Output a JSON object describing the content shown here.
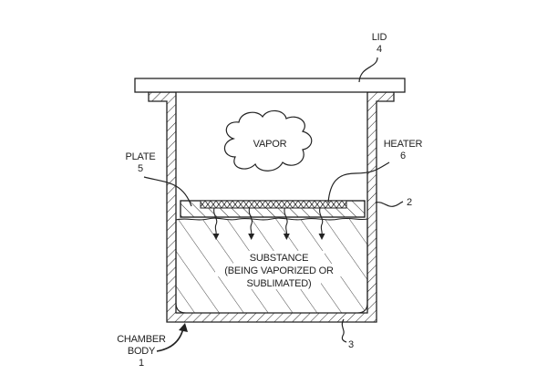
{
  "figure": {
    "type": "patent-cross-section",
    "labels": {
      "lid": {
        "name": "LID",
        "ref": "4"
      },
      "plate": {
        "name": "PLATE",
        "ref": "5"
      },
      "heater": {
        "name": "HEATER",
        "ref": "6"
      },
      "wall": {
        "ref": "2"
      },
      "bottom": {
        "ref": "3"
      },
      "chamber_body": {
        "line1": "CHAMBER",
        "line2": "BODY",
        "ref": "1"
      },
      "vapor": "VAPOR",
      "substance": {
        "line1": "SUBSTANCE",
        "line2": "(BEING VAPORIZED OR",
        "line3": "SUBLIMATED)"
      }
    },
    "heat_arrow_count": 4
  }
}
